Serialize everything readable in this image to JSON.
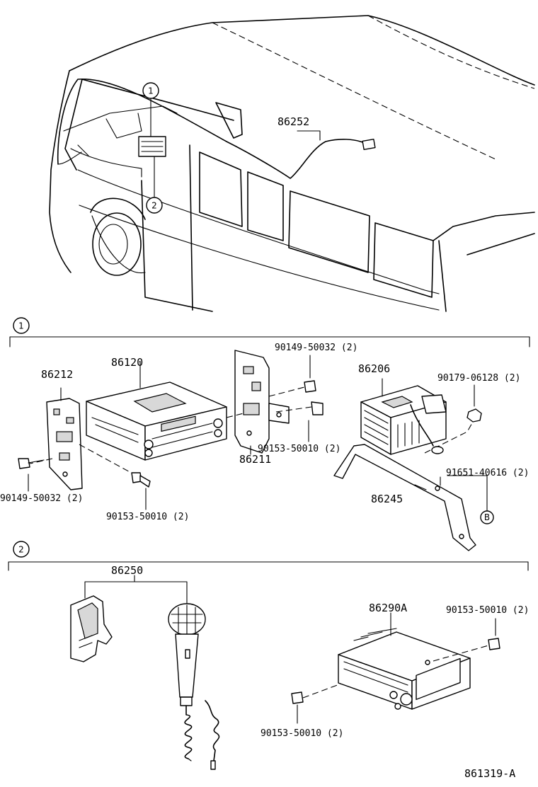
{
  "labels": {
    "harness": "86252",
    "bracket_left": "86212",
    "radio_cassette": "86120",
    "bracket_right": "86211",
    "bolt_upper": "90149-50032 (2)",
    "screw_upper": "90153-50010 (2)",
    "amplifier": "86206",
    "nut": "90179-06128 (2)",
    "bolt_left": "90149-50032 (2)",
    "screw_lower": "90153-50010 (2)",
    "stay_bolt": "91651-40616 (2)",
    "stay": "86245",
    "microphone": "86250",
    "mic_amplifier": "86290A",
    "screw_mic_right": "90153-50010 (2)",
    "screw_mic_left": "90153-50010 (2)",
    "figure_code": "861319-A"
  },
  "markers": {
    "circle_1": "1",
    "circle_2": "2",
    "circle_b": "B"
  },
  "sections": {
    "section_1": "1",
    "section_2": "2"
  }
}
